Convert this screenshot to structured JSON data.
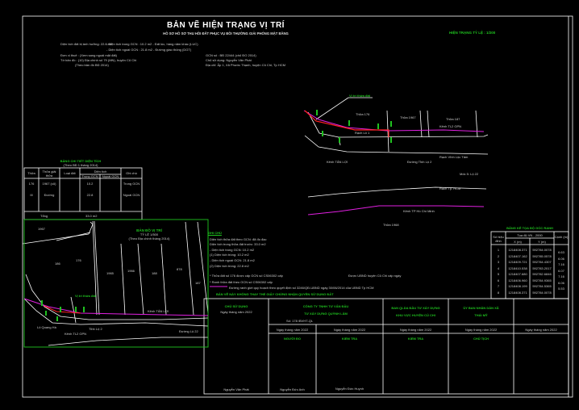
{
  "header": {
    "title": "BẢN VẼ HIỆN TRẠNG VỊ TRÍ",
    "subtitle": "HỒ SƠ HỒ SƠ THU HỒI ĐẤT PHỤC VỤ BỒI THƯỜNG GIẢI PHÓNG MẶT BẰNG",
    "scale": "HIỆN TRẠNG TỶ LỆ : 1/200"
  },
  "info": [
    "Diện tích đất bị ảnh hưởng: 22.8 m2",
    "- Diện tích trong GCN : 10.2 m2 - Đất lúc, hàng năm khác (LUC)",
    "- Diện tích ngoài GCN : 21.8 m2 - Đường giao thông (DGT)",
    "Đơn vị thuê : (Xem sang ngoài mặt đất)",
    "Tờ bản đồ : (10) Địa chính số 79 (MN), huyện Củ Chi",
    "(Theo bản đồ BĐ 2014)",
    "GCN số : BĐ 22444 (chủ ĐO 2014)",
    "Chủ sử dụng: Nguyễn Văn Phát",
    "Địa chỉ: Ấp 1, Xã Phước Thạnh, huyện Củ Chi, Tp HCM"
  ],
  "land_table": {
    "title": "BẢNG CHI TIẾT DIỆN TÍCH",
    "subtitle": "(Theo BĐ 1 tháng 2014)",
    "headers": [
      "Thửa",
      "Thửa giải thửa",
      "Loại đất",
      "Diện tích",
      "Ghi chú"
    ],
    "subheaders": [
      "Trong GCN",
      "Ngoài GCN"
    ],
    "rows": [
      [
        "176",
        "1967 (cũ)",
        "",
        "10.2",
        "",
        "Trong GCN"
      ],
      [
        "III",
        "Đường",
        "",
        "22.8",
        "",
        "Ngoài GCN"
      ]
    ],
    "total_label": "Tổng",
    "total_value": "33.0 m2"
  },
  "top_map": {
    "labels": [
      "Vị trí thửa đất",
      "Thửa 176",
      "Thửa 1967",
      "Thửa 187",
      "Rạch Lô 1",
      "Kênh TL2 GPN",
      "Rạch Vĩnh Lộc Tâm",
      "Rạch Tp. HCM",
      "Đường Tỉnh Lộ 2",
      "Kênh TP Hồ Chí Minh",
      "Mốc 5: Lộ 22",
      "Kênh TÂN LỢI",
      "Thửa 1968"
    ]
  },
  "location_map": {
    "title": "BẢN ĐỒ VỊ TRÍ",
    "scale": "TỶ LỆ 1/500",
    "subtitle": "(Theo Địa chính tháng 2014)",
    "labels": [
      "Vị trí thửa đất",
      "Kênh TÂN LỢI",
      "Lô Quang Hà",
      "Tỉnh Lộ 2",
      "Đường Lộ 22",
      "Kênh TL2 GPN",
      "1967",
      "186",
      "1965",
      "1966",
      "188",
      "878",
      "187",
      "176"
    ]
  },
  "notes": {
    "title": "GHI CHÚ",
    "lines": [
      "Diện tích thửa đất theo GCN: đã đo đạc",
      "Diện tích trong thửa đất trước: 33.0 m2",
      "- Diện tích trong GCN: 10.2 m2",
      "(1) Diện tích trồng: 10.2 m2",
      "- Diện tích ngoài GCN: 21.8 m2",
      "(2) Diện tích trồng: 22.8 m2",
      "* Thửa đất số 176 được cấp GCN số CS06302 cấp",
      "Được UBND huyện Củ Chi cấp ngày",
      "* Ranh thửa đất theo GCN số CS06302 cấp",
      "Đường ranh giới quy hoạch theo quyết định số 3246/QĐ-UBND ngày 30/06/2014 của UBND Tp HCM"
    ],
    "warning": "BẢN VẼ NÀY KHÔNG THAY THẾ GIẤY CHỨNG NHẬN QUYỀN SỬ DỤNG ĐẤT"
  },
  "coord_table": {
    "title": "BẢNG KÊ TỌA ĐỘ GÓC RANH",
    "headers": [
      "Số hiệu đỉnh",
      "Tọa độ VN - 2000",
      "X (m)",
      "Y (m)",
      "Cạnh (m)"
    ],
    "rows": [
      [
        "1",
        "1218408.371",
        "592784.0078",
        "6.63"
      ],
      [
        "2",
        "1218407.162",
        "592785.0578",
        "6.06"
      ],
      [
        "3",
        "1218409.721",
        "592784.4307",
        "7.16"
      ],
      [
        "4",
        "1218410.538",
        "592783.2017",
        "6.07"
      ],
      [
        "5",
        "1218407.680",
        "592782.6846",
        "7.16"
      ],
      [
        "6",
        "1218406.960",
        "592784.9365",
        "6.06"
      ],
      [
        "7",
        "1218408.199",
        "592784.5365",
        "5.53"
      ],
      [
        "8",
        "1218408.371",
        "592784.0078",
        ""
      ]
    ]
  },
  "title_block": {
    "owner_label": "CHỦ SỬ DỤNG",
    "owner_date": "Ngày   tháng   năm 2022",
    "owner_name": "Nguyễn Văn Phát",
    "company_line1": "CÔNG TY TNHH TƯ VẤN ĐẦU",
    "company_line2": "TƯ XÂY DỰNG QUỲNH LÂM",
    "company_note": "Số: 178 /BVHT-QL",
    "board_line1": "BAN QLDA ĐẦU TƯ XÂY DỰNG",
    "board_line2": "KHU VỰC HUYỆN CỦ CHI",
    "committee_line1": "ỦY BAN NHÂN DÂN XÃ",
    "committee_line2": "THÁI MỸ",
    "dates": [
      "Ngày   tháng   năm 2022",
      "Ngày   tháng   năm 2022",
      "Ngày   tháng   năm 2022",
      "Ngày   tháng   năm 2022",
      "Ngày   tháng   năm 2022"
    ],
    "roles": [
      "NGƯỜI ĐO",
      "KIỂM TRA",
      "KIỂM TRA",
      "CHỦ TỊCH"
    ],
    "signers": [
      "Nguyễn Đức Anh",
      "Nguyễn Đức Huynh"
    ]
  }
}
